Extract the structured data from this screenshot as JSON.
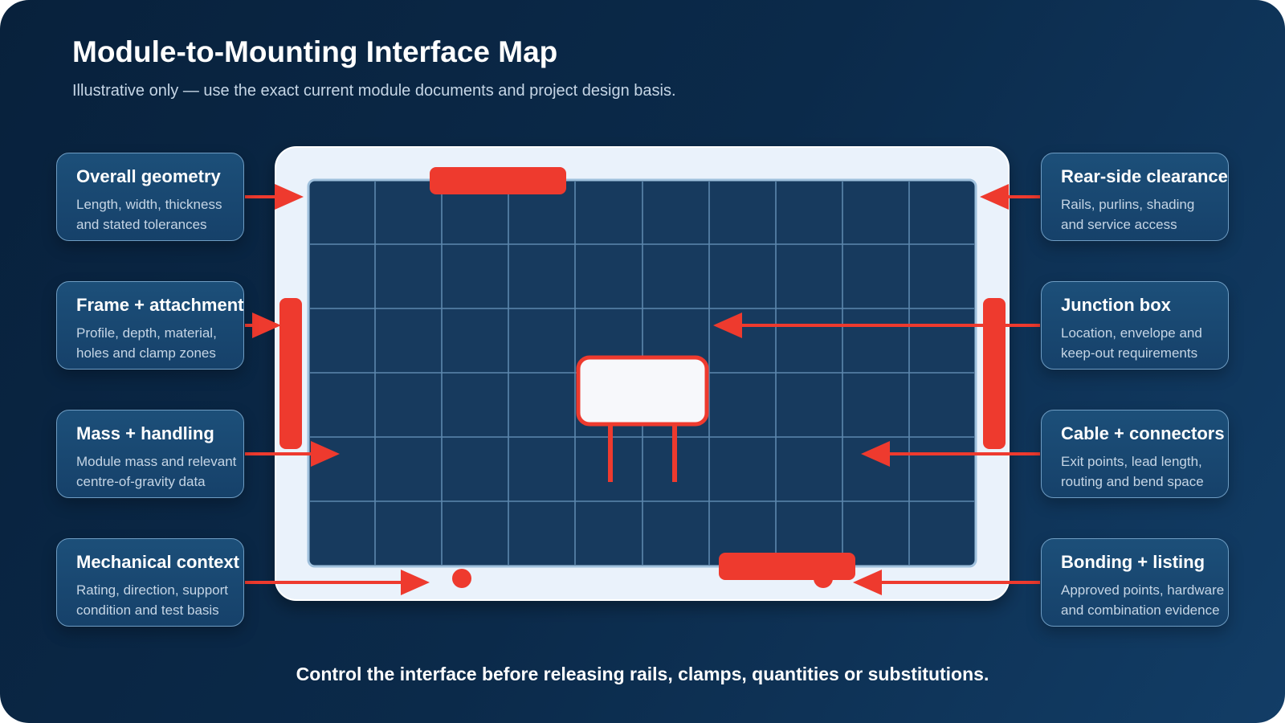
{
  "title": "Module-to-Mounting Interface Map",
  "subtitle": "Illustrative only — use the exact current module documents and project design basis.",
  "footer": "Control the interface before releasing rails, clamps, quantities or substitutions.",
  "colors": {
    "accent": "#ee3a2e",
    "card_fill": "#1b4a72",
    "card_border": "#6e9cc2",
    "panel_frame": "#eaf2fb",
    "cell_fill": "#173a5e",
    "grid_line": "#5d87ad"
  },
  "callouts_left": [
    {
      "title": "Overall geometry",
      "lines": [
        "Length, width, thickness",
        "and stated tolerances"
      ]
    },
    {
      "title": "Frame + attachment",
      "lines": [
        "Profile, depth, material,",
        "holes and clamp zones"
      ]
    },
    {
      "title": "Mass + handling",
      "lines": [
        "Module mass and relevant",
        "centre-of-gravity data"
      ]
    },
    {
      "title": "Mechanical context",
      "lines": [
        "Rating, direction, support",
        "condition and test basis"
      ]
    }
  ],
  "callouts_right": [
    {
      "title": "Rear-side clearance",
      "lines": [
        "Rails, purlins, shading",
        "and service access"
      ]
    },
    {
      "title": "Junction box",
      "lines": [
        "Location, envelope and",
        "keep-out requirements"
      ]
    },
    {
      "title": "Cable + connectors",
      "lines": [
        "Exit points, lead length,",
        "routing and bend space"
      ]
    },
    {
      "title": "Bonding + listing",
      "lines": [
        "Approved points, hardware",
        "and combination evidence"
      ]
    }
  ]
}
